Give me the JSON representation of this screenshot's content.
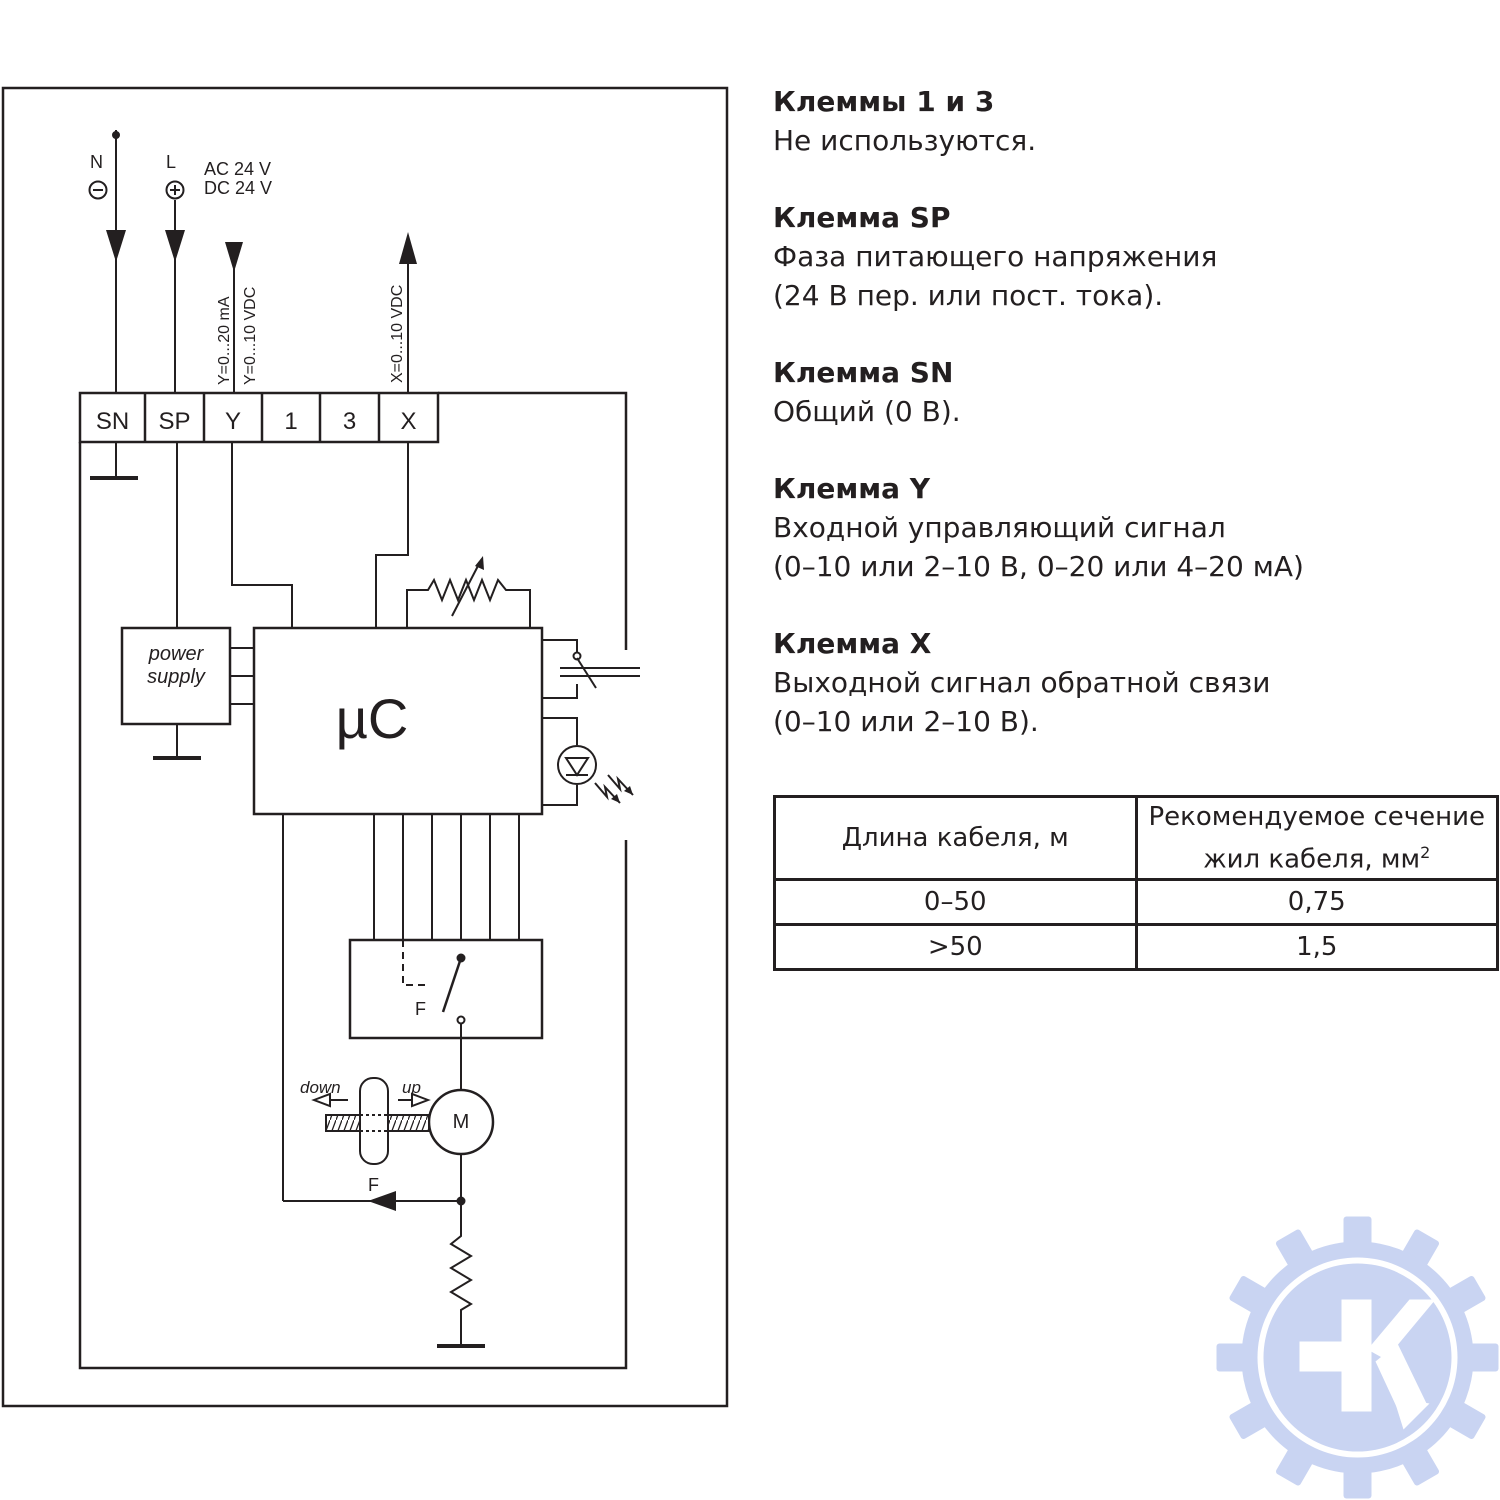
{
  "diagram": {
    "supply_labels": {
      "n": "N",
      "l": "L",
      "ac": "AC 24 V",
      "dc": "DC 24 V"
    },
    "signal_labels": {
      "y_ma": "Y=0...20 mA",
      "y_vdc": "Y=0...10 VDC",
      "x_vdc": "X=0...10 VDC"
    },
    "terminals": [
      "SN",
      "SP",
      "Y",
      "1",
      "3",
      "X"
    ],
    "power_supply": {
      "line1": "power",
      "line2": "supply"
    },
    "microcontroller": "µC",
    "switch_label": "F",
    "motor": {
      "label": "M",
      "down": "down",
      "up": "up",
      "spindle_label": "F"
    }
  },
  "description": {
    "terminals": [
      {
        "title": "Клеммы 1 и 3",
        "body": "Не используются."
      },
      {
        "title": "Клемма SP",
        "body": "Фаза питающего напряжения\n(24 В пер. или пост. тока)."
      },
      {
        "title": "Клемма SN",
        "body": "Общий (0 В)."
      },
      {
        "title": "Клемма Y",
        "body": "Входной управляющий сигнал\n(0–10 или 2–10 В, 0–20 или 4–20 мА)"
      },
      {
        "title": "Клемма X",
        "body": "Выходной сигнал обратной связи\n(0–10 или 2–10 В)."
      }
    ]
  },
  "cable_table": {
    "header_length": "Длина кабеля, м",
    "header_section_line1": "Рекомендуемое сечение",
    "header_section_line2": "жил кабеля, мм",
    "header_section_sup": "2",
    "rows": [
      {
        "length": "0–50",
        "section": "0,75"
      },
      {
        "length": ">50",
        "section": "1,5"
      }
    ]
  },
  "colors": {
    "ink": "#231f20",
    "logo": "#c9d4f2"
  }
}
